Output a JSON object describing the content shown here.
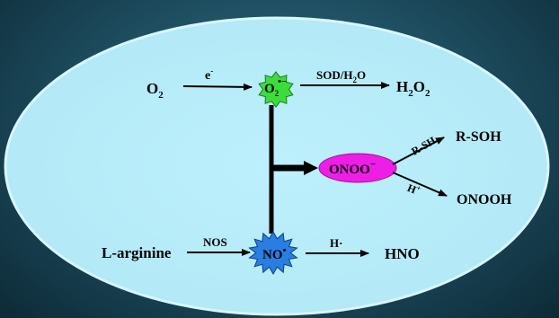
{
  "colors": {
    "background": "#1f4f62",
    "cell": "#b5ecfa",
    "cell_edge": "#d8f6ff",
    "superoxide_burst": "#3ddc3d",
    "peroxynitrite_oval": "#ee1ee6",
    "nitric_oxide_burst": "#2a7de1",
    "arrow": "#000000"
  },
  "species": {
    "o2": {
      "main": "O",
      "sub": "2"
    },
    "superoxide": {
      "main": "O",
      "sub": "2",
      "sup": "•−"
    },
    "h2o2": {
      "p1": "H",
      "s1": "2",
      "p2": "O",
      "s2": "2"
    },
    "peroxynitrite": {
      "main": "ONOO",
      "sup": "−"
    },
    "r_soh": "R-SOH",
    "onooh": "ONOOH",
    "l_arginine": "L-arginine",
    "nitric_oxide": {
      "main": "NO",
      "sup": "•"
    },
    "hno": "HNO"
  },
  "labels": {
    "electron": {
      "main": "e",
      "sup": "-"
    },
    "sod": {
      "pre": "SOD/H",
      "sub": "2",
      "post": "O"
    },
    "r_sh": "R-SH",
    "h_plus": {
      "main": "H",
      "sup": "+"
    },
    "nos": "NOS",
    "h_radical": "H·"
  }
}
